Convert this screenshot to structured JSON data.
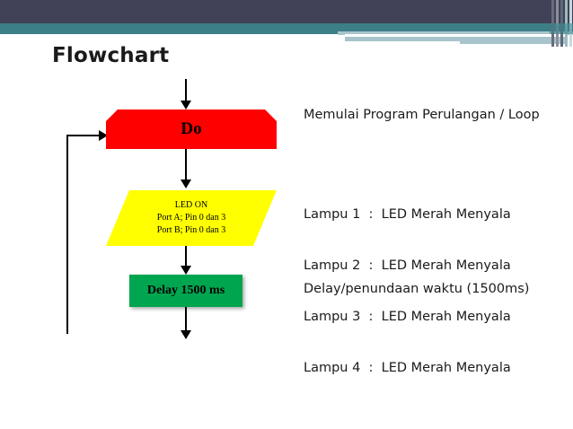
{
  "slide": {
    "title": "Flowchart",
    "background": "#ffffff"
  },
  "header": {
    "bar_dark_color": "#414257",
    "bar_teal_color": "#3d7f87",
    "bar_light_color": "#a8c4cb"
  },
  "flowchart": {
    "nodes": [
      {
        "id": "do",
        "shape": "preparation-hexagon",
        "label": "Do",
        "color": "#ff0000"
      },
      {
        "id": "led-on",
        "shape": "parallelogram",
        "color": "#ffff00",
        "lines": [
          "LED ON",
          "Port A; Pin 0 dan 3",
          "Port B; Pin 0 dan 3"
        ]
      },
      {
        "id": "delay",
        "shape": "rectangle",
        "label": "Delay 1500 ms",
        "color": "#00a550"
      }
    ],
    "connector_color": "#000000"
  },
  "annotations": {
    "loop_note": "Memulai Program Perulangan / Loop",
    "lamp_rows": [
      "Lampu 1  :  LED Merah Menyala",
      "Lampu 2  :  LED Merah Menyala",
      "Lampu 3  :  LED Merah Menyala",
      "Lampu 4  :  LED Merah Menyala"
    ],
    "delay_note": "Delay/penundaan waktu (1500ms)"
  }
}
